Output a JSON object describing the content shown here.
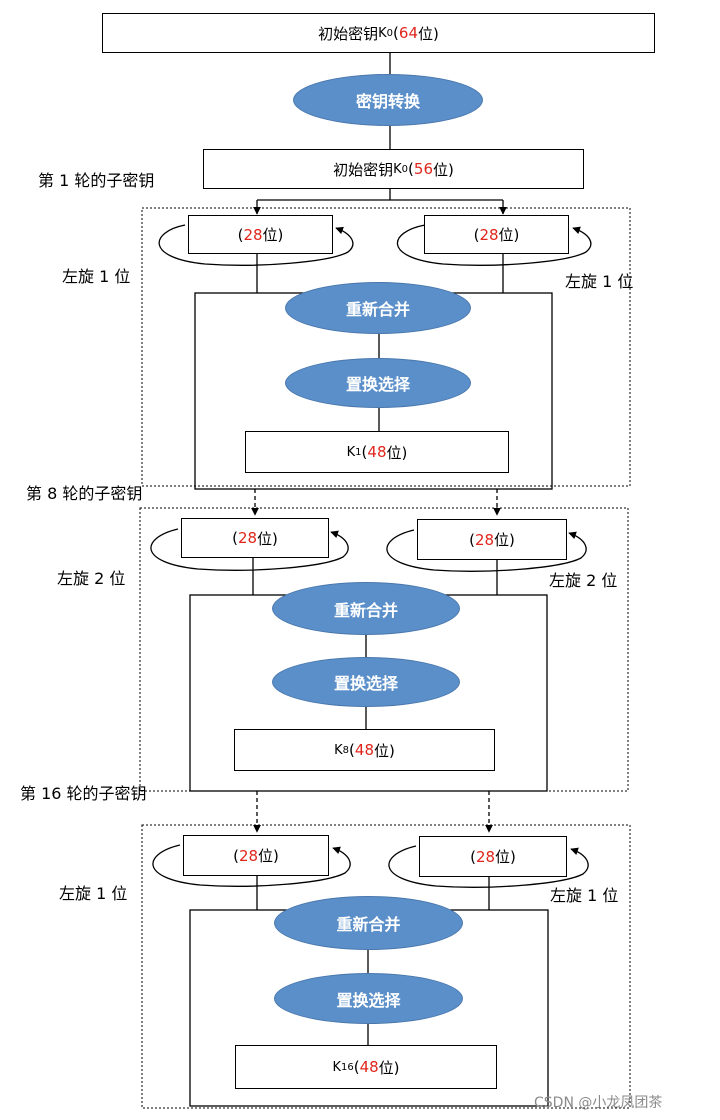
{
  "top": {
    "initial_key_64": {
      "text": "初始密钥 ",
      "k": "K",
      "k_sub": "0",
      "open": "(",
      "num": "64",
      "unit": " 位)"
    },
    "key_transform": "密钥转换",
    "initial_key_56": {
      "text": "初始密钥 ",
      "k": "K",
      "k_sub": "0",
      "open": "(",
      "num": "56",
      "unit": " 位)"
    }
  },
  "rounds": [
    {
      "title": "第 1 轮的子密钥",
      "half_left": {
        "open": "(",
        "num": "28",
        "unit": " 位)"
      },
      "half_right": {
        "open": "(",
        "num": "28",
        "unit": " 位)"
      },
      "rotate_left": "左旋 1 位",
      "rotate_right": "左旋 1 位",
      "merge": "重新合并",
      "permute": "置换选择",
      "subkey": {
        "k": "K",
        "sub": "1",
        "open": "(",
        "num": "48",
        "unit": " 位)"
      }
    },
    {
      "title": "第 8 轮的子密钥",
      "half_left": {
        "open": "(",
        "num": "28",
        "unit": " 位)"
      },
      "half_right": {
        "open": "(",
        "num": "28",
        "unit": " 位)"
      },
      "rotate_left": "左旋 2 位",
      "rotate_right": "左旋 2 位",
      "merge": "重新合并",
      "permute": "置换选择",
      "subkey": {
        "k": "K",
        "sub": "8",
        "open": "(",
        "num": "48",
        "unit": " 位)"
      }
    },
    {
      "title": "第 16 轮的子密钥",
      "half_left": {
        "open": "(",
        "num": "28",
        "unit": " 位)"
      },
      "half_right": {
        "open": "(",
        "num": "28",
        "unit": " 位)"
      },
      "rotate_left": "左旋 1 位",
      "rotate_right": "左旋 1 位",
      "merge": "重新合并",
      "permute": "置换选择",
      "subkey": {
        "k": "K",
        "sub": "16",
        "open": "(",
        "num": "48",
        "unit": " 位)"
      }
    }
  ],
  "watermark": "CSDN @小龙凤团茶",
  "colors": {
    "oval_fill": "#5b8fc9",
    "highlight": "#e0261c"
  }
}
